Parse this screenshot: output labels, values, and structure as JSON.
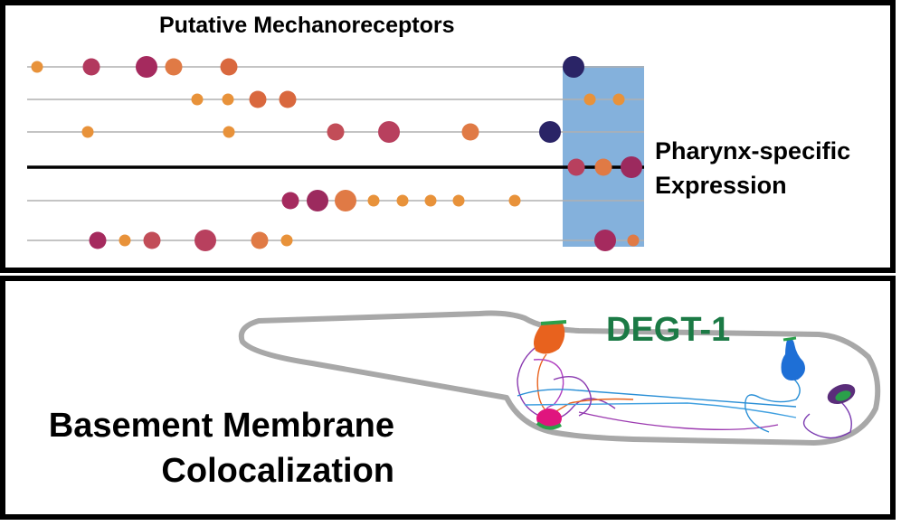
{
  "top_panel": {
    "title": "Putative Mechanoreceptors",
    "highlight_label_line1": "Pharynx-specific",
    "highlight_label_line2": "Expression",
    "highlight_color": "#6fa3d6",
    "tracks": [
      {
        "id": 1,
        "emphasized": false,
        "dots": [
          {
            "color": "#e8923a",
            "size": "small"
          },
          {
            "color": "#b2395e",
            "size": "medium"
          },
          {
            "color": "#a52a5e",
            "size": "large"
          },
          {
            "color": "#e07a45",
            "size": "medium"
          },
          {
            "color": "#d9683e",
            "size": "medium"
          },
          {
            "color": "#2a2466",
            "size": "large"
          }
        ]
      },
      {
        "id": 2,
        "emphasized": false,
        "dots": [
          {
            "color": "#e8923a",
            "size": "small"
          },
          {
            "color": "#e8923a",
            "size": "small"
          },
          {
            "color": "#d9683e",
            "size": "medium"
          },
          {
            "color": "#d9683e",
            "size": "medium"
          },
          {
            "color": "#e8923a",
            "size": "small"
          },
          {
            "color": "#e8923a",
            "size": "small"
          }
        ]
      },
      {
        "id": 3,
        "emphasized": false,
        "dots": [
          {
            "color": "#e8923a",
            "size": "small"
          },
          {
            "color": "#e8923a",
            "size": "small"
          },
          {
            "color": "#c24d58",
            "size": "medium"
          },
          {
            "color": "#b8405e",
            "size": "large"
          },
          {
            "color": "#e07a45",
            "size": "medium"
          },
          {
            "color": "#2a2466",
            "size": "large"
          }
        ]
      },
      {
        "id": 4,
        "emphasized": true,
        "dots": [
          {
            "color": "#b8405e",
            "size": "medium"
          },
          {
            "color": "#e07a45",
            "size": "medium"
          },
          {
            "color": "#9c2a5e",
            "size": "large"
          }
        ]
      },
      {
        "id": 5,
        "emphasized": false,
        "dots": [
          {
            "color": "#a52a5e",
            "size": "medium"
          },
          {
            "color": "#9c2a5e",
            "size": "large"
          },
          {
            "color": "#e07a45",
            "size": "large"
          },
          {
            "color": "#e8923a",
            "size": "small"
          },
          {
            "color": "#e8923a",
            "size": "small"
          },
          {
            "color": "#e8923a",
            "size": "small"
          },
          {
            "color": "#e8923a",
            "size": "small"
          },
          {
            "color": "#e8923a",
            "size": "small"
          }
        ]
      },
      {
        "id": 6,
        "emphasized": false,
        "dots": [
          {
            "color": "#a52a5e",
            "size": "medium"
          },
          {
            "color": "#e8923a",
            "size": "small"
          },
          {
            "color": "#c24d58",
            "size": "medium"
          },
          {
            "color": "#b8405e",
            "size": "large"
          },
          {
            "color": "#e07a45",
            "size": "medium"
          },
          {
            "color": "#e8923a",
            "size": "small"
          },
          {
            "color": "#a52a5e",
            "size": "large"
          },
          {
            "color": "#e07a45",
            "size": "small"
          }
        ]
      }
    ]
  },
  "bottom_panel": {
    "label": "DEGT-1",
    "label_color": "#1b7a45",
    "caption_line1": "Basement Membrane",
    "caption_line2": "Colocalization",
    "cell_colors": {
      "anterior_top": "#e8621e",
      "anterior_bottom": "#e0157e",
      "posterior_bulb": "#1e6fd6",
      "posterior_oval": "#5a2d7a",
      "membrane_marker": "#2aa04a"
    }
  }
}
